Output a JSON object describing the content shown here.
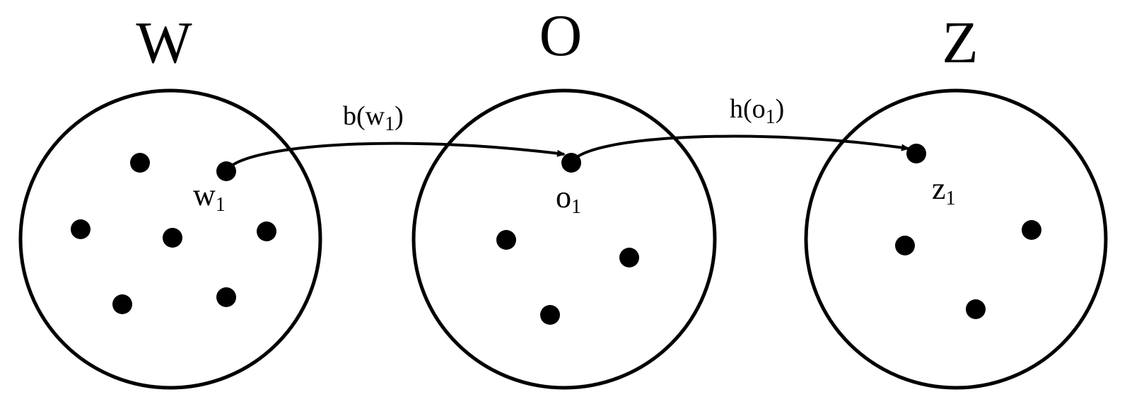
{
  "sets": [
    {
      "id": "W",
      "title": "W"
    },
    {
      "id": "O",
      "title": "O"
    },
    {
      "id": "Z",
      "title": "Z"
    }
  ],
  "elements": {
    "w1": {
      "base": "w",
      "sub": "1"
    },
    "o1": {
      "base": "o",
      "sub": "1"
    },
    "z1": {
      "base": "z",
      "sub": "1"
    }
  },
  "mappings": [
    {
      "id": "b",
      "text_pre": "b(w",
      "sub": "1",
      "text_post": ")",
      "from": "w1",
      "to": "o1"
    },
    {
      "id": "h",
      "text_pre": "h(o",
      "sub": "1",
      "text_post": ")",
      "from": "o1",
      "to": "z1"
    }
  ],
  "colors": {
    "stroke": "#000000",
    "background": "#ffffff"
  }
}
